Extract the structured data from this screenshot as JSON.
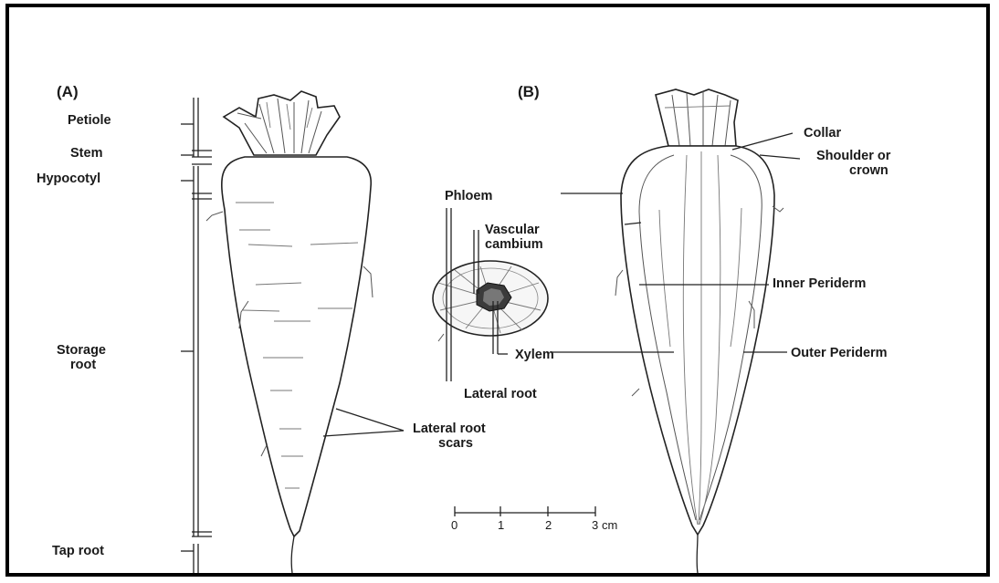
{
  "panels": {
    "a": "(A)",
    "b": "(B)"
  },
  "panel_a": {
    "petiole": "Petiole",
    "stem": "Stem",
    "hypocotyl": "Hypocotyl",
    "storage_root": [
      "Storage",
      "root"
    ],
    "tap_root": "Tap root",
    "lateral_root_scars": [
      "Lateral root",
      "scars"
    ]
  },
  "cross_section": {
    "phloem": "Phloem",
    "vascular_cambium": [
      "Vascular",
      "cambium"
    ],
    "xylem": "Xylem",
    "lateral_root": "Lateral root"
  },
  "scale_bar": {
    "ticks": [
      "0",
      "1",
      "2",
      "3"
    ],
    "unit": "cm"
  },
  "panel_b": {
    "collar": "Collar",
    "shoulder": [
      "Shoulder or",
      "crown"
    ],
    "inner_periderm": "Inner Periderm",
    "outer_periderm": "Outer Periderm"
  }
}
